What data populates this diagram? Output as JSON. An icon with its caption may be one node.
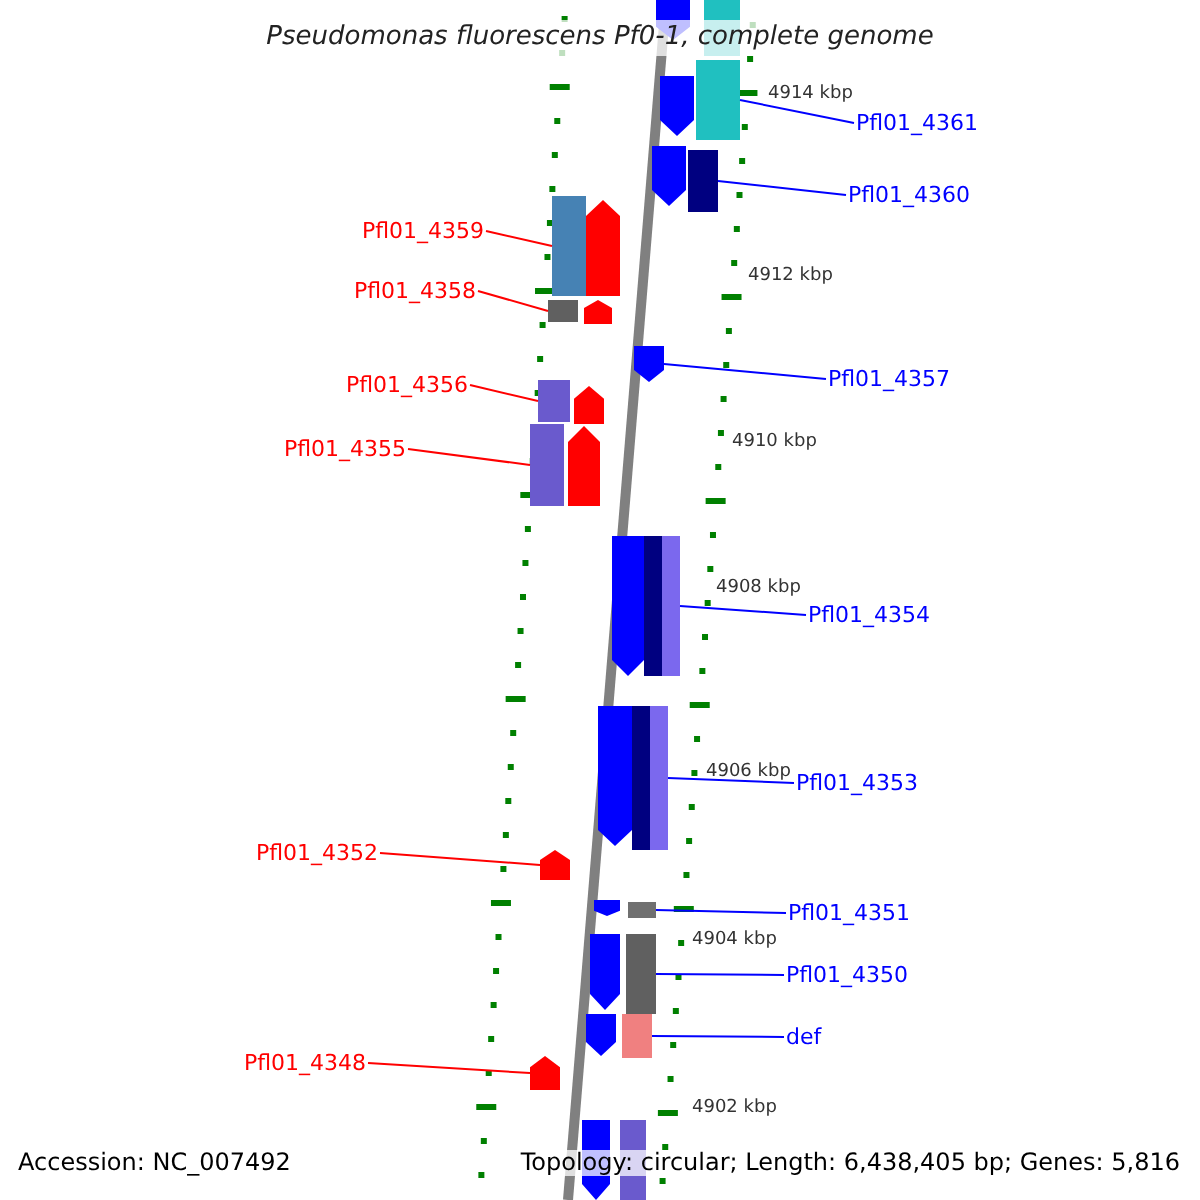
{
  "diagram": {
    "title": "Pseudomonas fluorescens Pf0-1, complete genome",
    "nodes": [
      {
        "text": [
          "Pfl01_4361"
        ]
      },
      {
        "text": [],
        "shape": "bar"
      },
      {
        "text": [
          "Pfl01_4360"
        ]
      },
      {
        "text": [],
        "shape": "bar"
      },
      {
        "text": [
          "Pfl01_4359"
        ]
      },
      {
        "text": [],
        "shape": "bar"
      },
      {
        "text": [
          "Pfl01_4358"
        ]
      },
      {
        "text": [],
        "shape": "bar"
      },
      {
        "text": [
          "Pfl01_4357"
        ]
      },
      {
        "text": [],
        "shape": "bar"
      },
      {
        "text": [
          "Pfl01_4356"
        ]
      },
      {
        "text": [],
        "shape": "bar"
      },
      {
        "text": [
          "Pfl01_4355"
        ]
      },
      {
        "text": [],
        "shape": "bar"
      },
      {
        "text": [
          "Pfl01_4354"
        ]
      },
      {
        "text": [],
        "shape": "bar"
      },
      {
        "text": [
          "Pfl01_4353"
        ]
      },
      {
        "text": [],
        "shape": "bar"
      },
      {
        "text": [
          "Pfl01_4352"
        ]
      },
      {
        "text": [],
        "shape": "bar"
      },
      {
        "text": [
          "Pfl01_4351"
        ]
      },
      {
        "text": [],
        "shape": "bar"
      },
      {
        "text": [
          "Pfl01_4350"
        ]
      },
      {
        "text": [],
        "shape": "bar"
      },
      {
        "text": [
          "def"
        ]
      },
      {
        "text": [],
        "shape": "bar"
      },
      {
        "text": [
          "Pfl01_4348"
        ]
      },
      {
        "text": [],
        "shape": "bar"
      }
    ],
    "edges": [
      {
        "from": 0,
        "to": 1,
        "arrow": "none"
      },
      {
        "from": 2,
        "to": 3,
        "arrow": "none"
      },
      {
        "from": 4,
        "to": 5,
        "arrow": "none",
        "color": "#ff0000"
      },
      {
        "from": 6,
        "to": 7,
        "arrow": "none",
        "color": "#ff0000"
      },
      {
        "from": 8,
        "to": 9,
        "arrow": "none"
      },
      {
        "from": 10,
        "to": 11,
        "arrow": "none",
        "color": "#ff0000"
      },
      {
        "from": 12,
        "to": 13,
        "arrow": "none",
        "color": "#ff0000"
      },
      {
        "from": 14,
        "to": 15,
        "arrow": "none"
      },
      {
        "from": 16,
        "to": 17,
        "arrow": "none"
      },
      {
        "from": 18,
        "to": 19,
        "arrow": "none",
        "color": "#ff0000"
      },
      {
        "from": 20,
        "to": 21,
        "arrow": "none"
      },
      {
        "from": 22,
        "to": 23,
        "arrow": "none"
      },
      {
        "from": 24,
        "to": 25,
        "arrow": "none"
      },
      {
        "from": 26,
        "to": 27,
        "arrow": "none",
        "color": "#ff0000"
      }
    ],
    "labels": [
      "4914 kbp",
      "4912 kbp",
      "4910 kbp",
      "4908 kbp",
      "4906 kbp",
      "4904 kbp",
      "4902 kbp",
      "Accession: NC_007492",
      "Topology: circular; Length: 6,438,405 bp; Genes: 5,816"
    ]
  }
}
